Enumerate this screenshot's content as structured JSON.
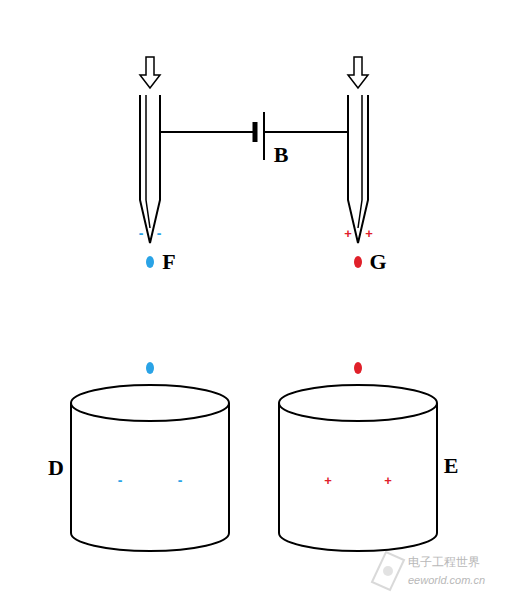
{
  "diagram": {
    "labels": [
      "-",
      "-",
      "+",
      "+",
      "B",
      "F",
      "G",
      "D",
      "-",
      "-",
      "+",
      "+",
      "E",
      "电子工程世界",
      "eeworld.com.cn"
    ]
  }
}
